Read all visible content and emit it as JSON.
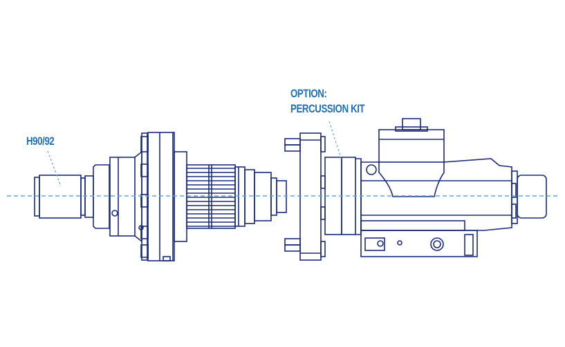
{
  "labels": {
    "tool_holder": "H90/92",
    "option_line1": "OPTION:",
    "option_line2": "PERCUSSION KIT"
  },
  "colors": {
    "outline": "#1b2a78",
    "label": "#1f6fb5",
    "centerline": "#5ea6d8"
  }
}
